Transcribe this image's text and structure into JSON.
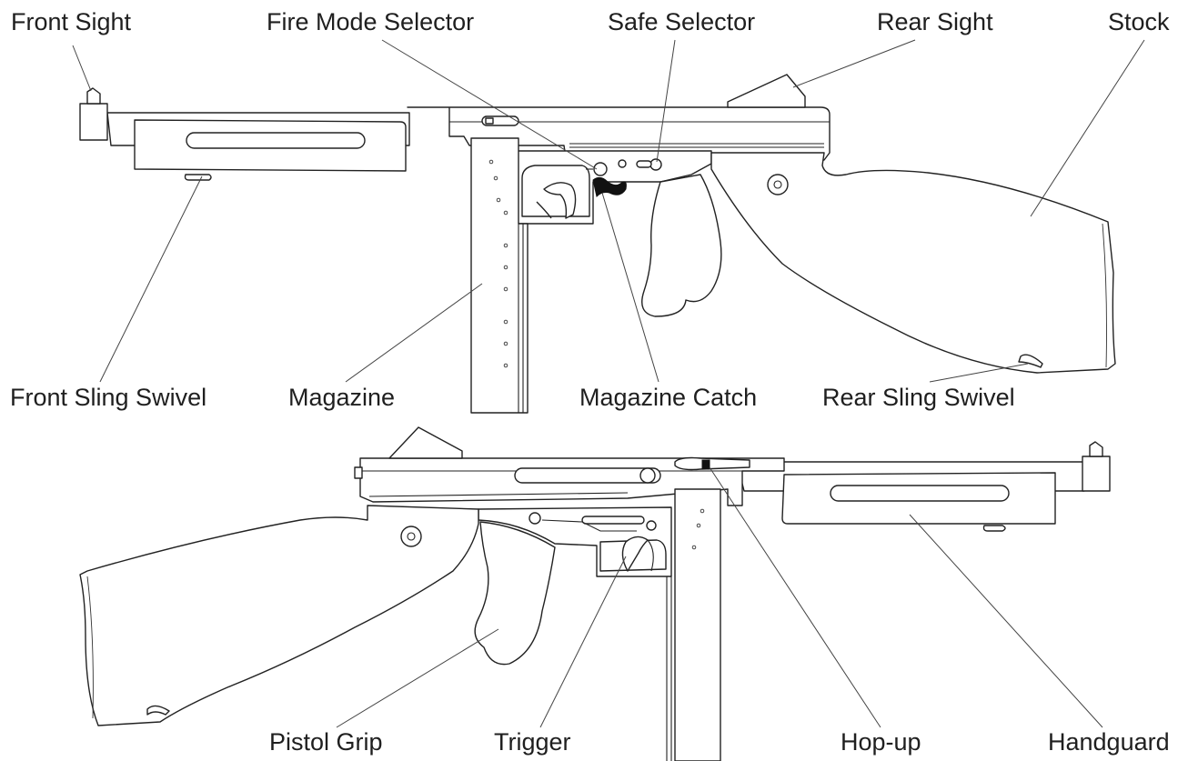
{
  "labels": {
    "front_sight": "Front Sight",
    "fire_mode_selector": "Fire Mode Selector",
    "safe_selector": "Safe Selector",
    "rear_sight": "Rear Sight",
    "stock": "Stock",
    "front_sling_swivel": "Front Sling Swivel",
    "magazine": "Magazine",
    "magazine_catch": "Magazine Catch",
    "rear_sling_swivel": "Rear Sling Swivel",
    "pistol_grip": "Pistol Grip",
    "trigger": "Trigger",
    "hop_up": "Hop-up",
    "handguard": "Handguard"
  },
  "colors": {
    "line": "#222222",
    "text": "#1f1f1f",
    "background": "#ffffff"
  }
}
